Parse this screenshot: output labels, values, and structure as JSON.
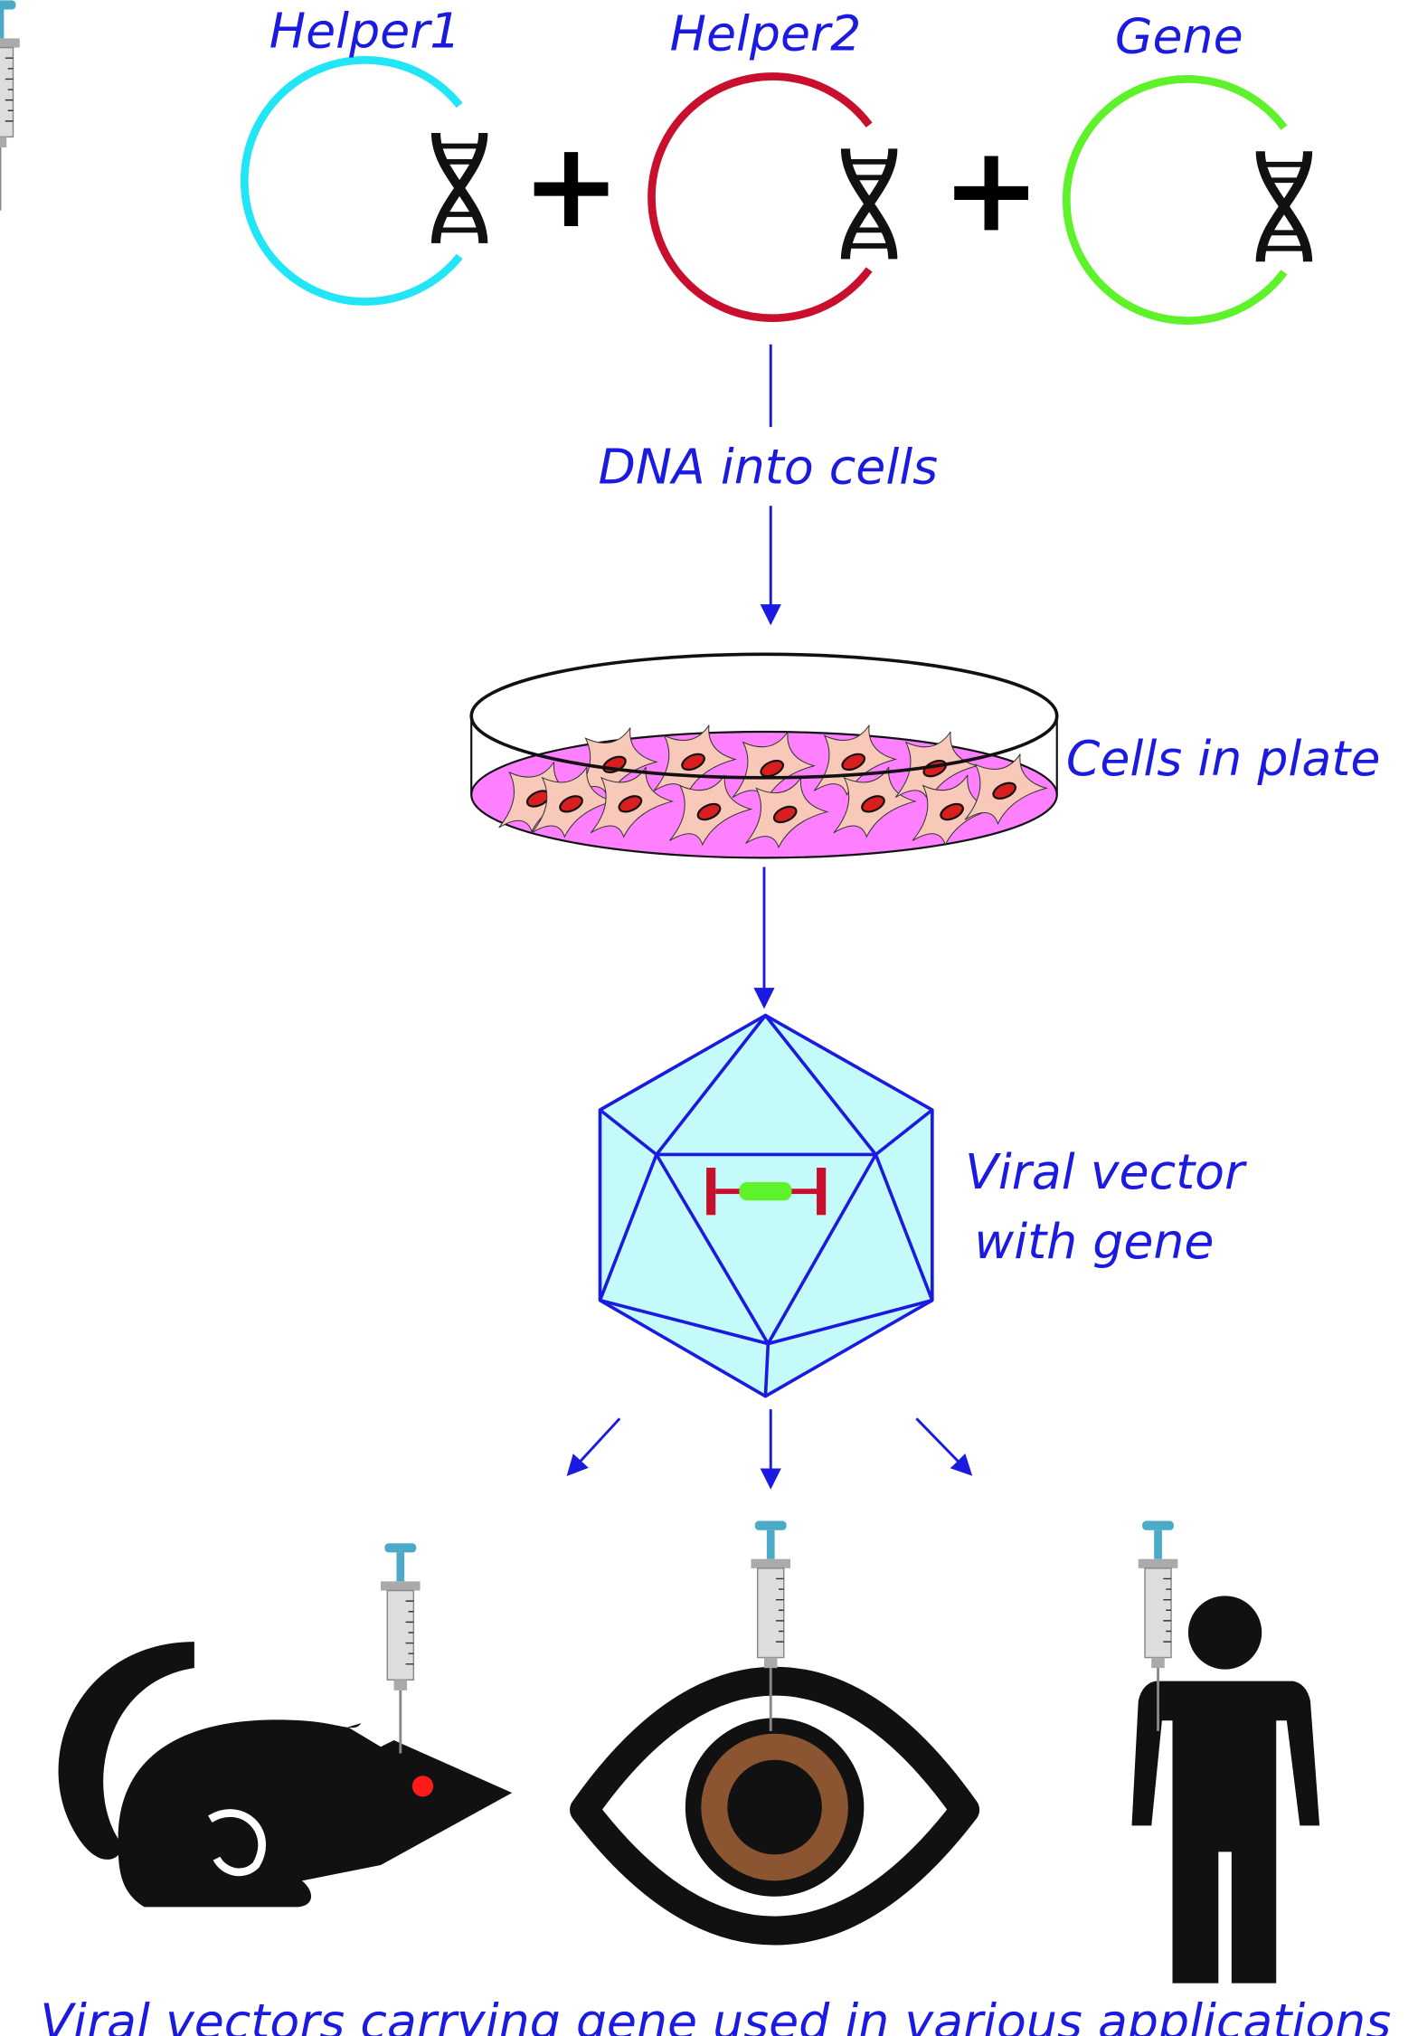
{
  "plasmids": [
    {
      "label": "Helper1",
      "color": "#22e6f5"
    },
    {
      "label": "Helper2",
      "color": "#c8102e"
    },
    {
      "label": "Gene",
      "color": "#5ef22a"
    }
  ],
  "plus_sign": "+",
  "steps": {
    "dna_into_cells": "DNA into cells",
    "cells_in_plate": "Cells in plate",
    "viral_vector_line1": "Viral vector",
    "viral_vector_line2": "with gene"
  },
  "applications": [
    "mouse",
    "eye",
    "human"
  ],
  "caption": "Viral vectors carrying gene used in various applications",
  "colors": {
    "text": "#1a1ae0",
    "dish_medium": "#ff80ff",
    "cell": "#f8c8b8",
    "nucleus": "#d81e1e",
    "capsid": "#c4fafa",
    "capsid_edge": "#1a1ae0",
    "iris": "#8a5530"
  }
}
